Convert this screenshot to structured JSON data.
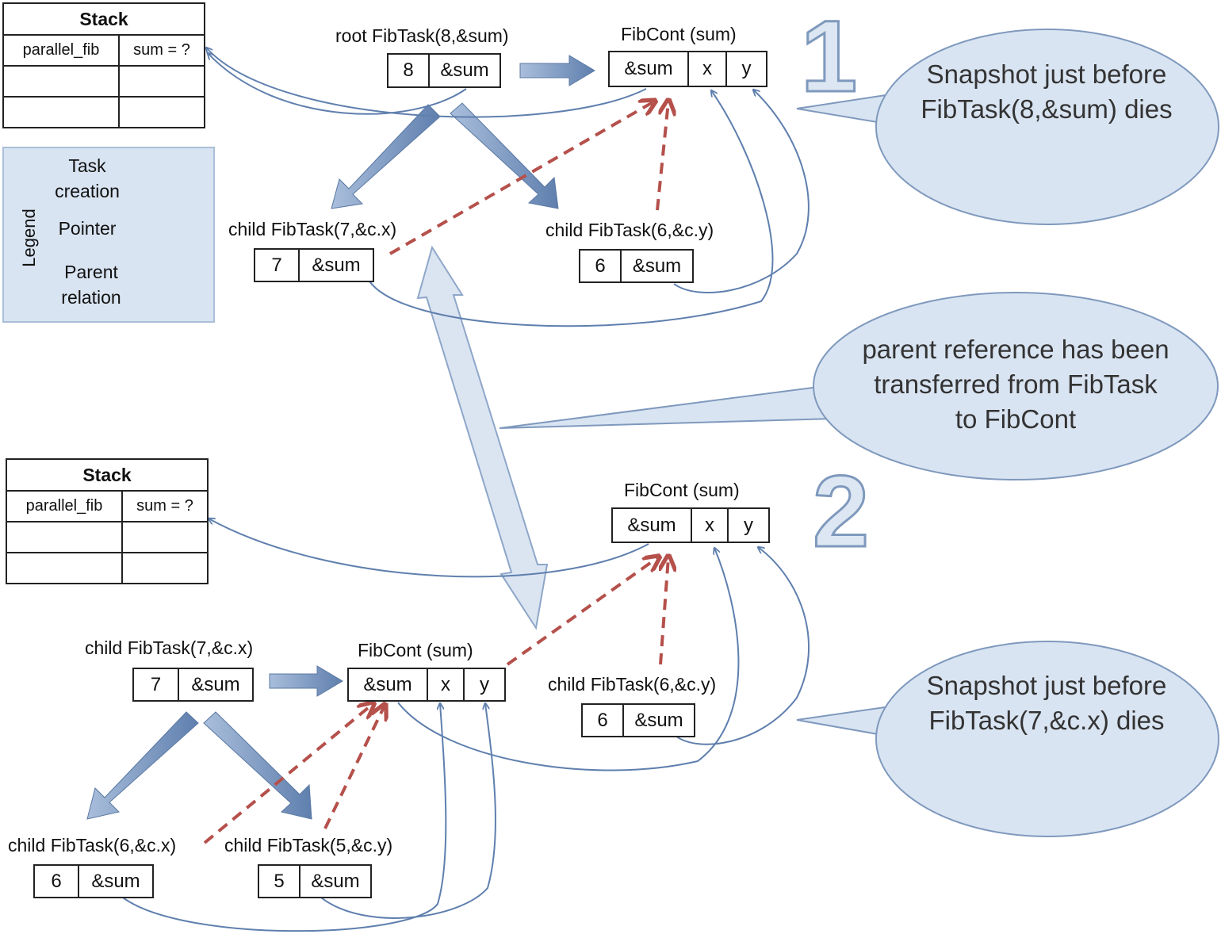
{
  "legend": {
    "title": "Legend",
    "task_creation": "Task creation",
    "pointer": "Pointer",
    "parent_relation": "Parent relation"
  },
  "snapshot1": {
    "number": "1",
    "stack": {
      "title": "Stack",
      "func": "parallel_fib",
      "var": "sum = ?"
    },
    "root_label": "root FibTask(8,&sum)",
    "root_cells": [
      "8",
      "&sum"
    ],
    "cont_label": "FibCont (sum)",
    "cont_cells": [
      "&sum",
      "x",
      "y"
    ],
    "child_a_label": "child FibTask(7,&c.x)",
    "child_a_cells": [
      "7",
      "&sum"
    ],
    "child_b_label": "child FibTask(6,&c.y)",
    "child_b_cells": [
      "6",
      "&sum"
    ],
    "bubble": "Snapshot just before FibTask(8,&sum) dies"
  },
  "middle_bubble": "parent reference has been transferred from FibTask to FibCont",
  "snapshot2": {
    "number": "2",
    "stack": {
      "title": "Stack",
      "func": "parallel_fib",
      "var": "sum = ?"
    },
    "top_cont_label": "FibCont (sum)",
    "top_cont_cells": [
      "&sum",
      "x",
      "y"
    ],
    "task7_label": "child FibTask(7,&c.x)",
    "task7_cells": [
      "7",
      "&sum"
    ],
    "cont2_label": "FibCont (sum)",
    "cont2_cells": [
      "&sum",
      "x",
      "y"
    ],
    "task6y_label": "child FibTask(6,&c.y)",
    "task6y_cells": [
      "6",
      "&sum"
    ],
    "task6x_label": "child FibTask(6,&c.x)",
    "task6x_cells": [
      "6",
      "&sum"
    ],
    "task5_label": "child FibTask(5,&c.y)",
    "task5_cells": [
      "5",
      "&sum"
    ],
    "bubble": "Snapshot just before FibTask(7,&c.x) dies"
  },
  "colors": {
    "task_arrow": "#6f8db5",
    "pointer": "#5f7fae",
    "parent": "#b5504b",
    "bubble_fill": "#d9e4f2",
    "bubble_stroke": "#7f99bd"
  }
}
